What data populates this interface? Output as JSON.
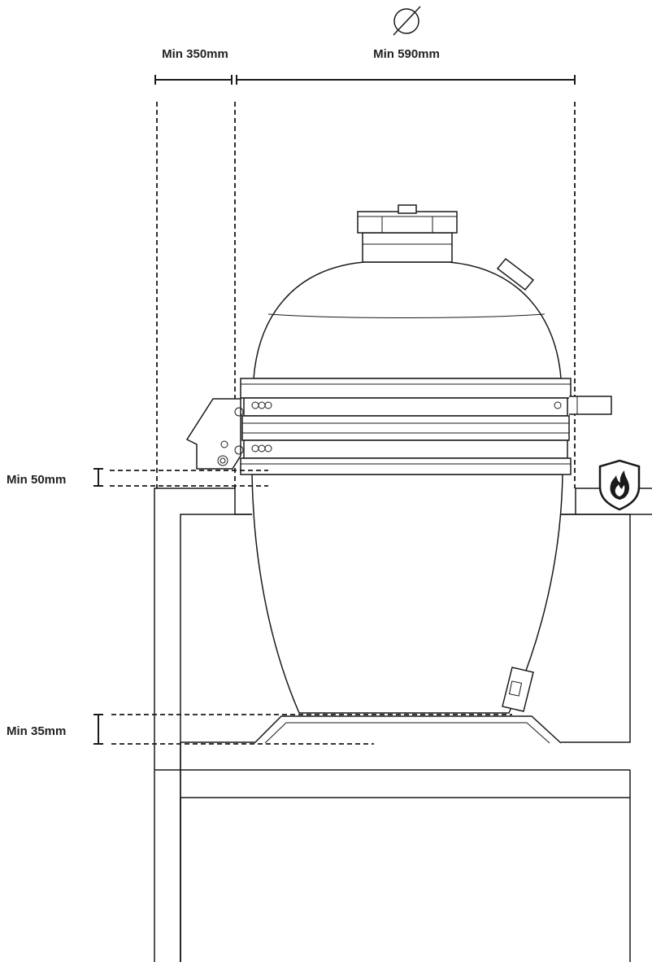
{
  "dimensions": {
    "clearance_rear": "Min 350mm",
    "diameter": "Min 590mm",
    "clearance_vertical_top": "Min 50mm",
    "clearance_vertical_bottom": "Min 35mm"
  },
  "icons": {
    "diameter_symbol": "diameter-icon",
    "heat_resistant": "fire-shield-icon"
  },
  "colors": {
    "line": "#1a1a1a",
    "background": "#ffffff"
  }
}
